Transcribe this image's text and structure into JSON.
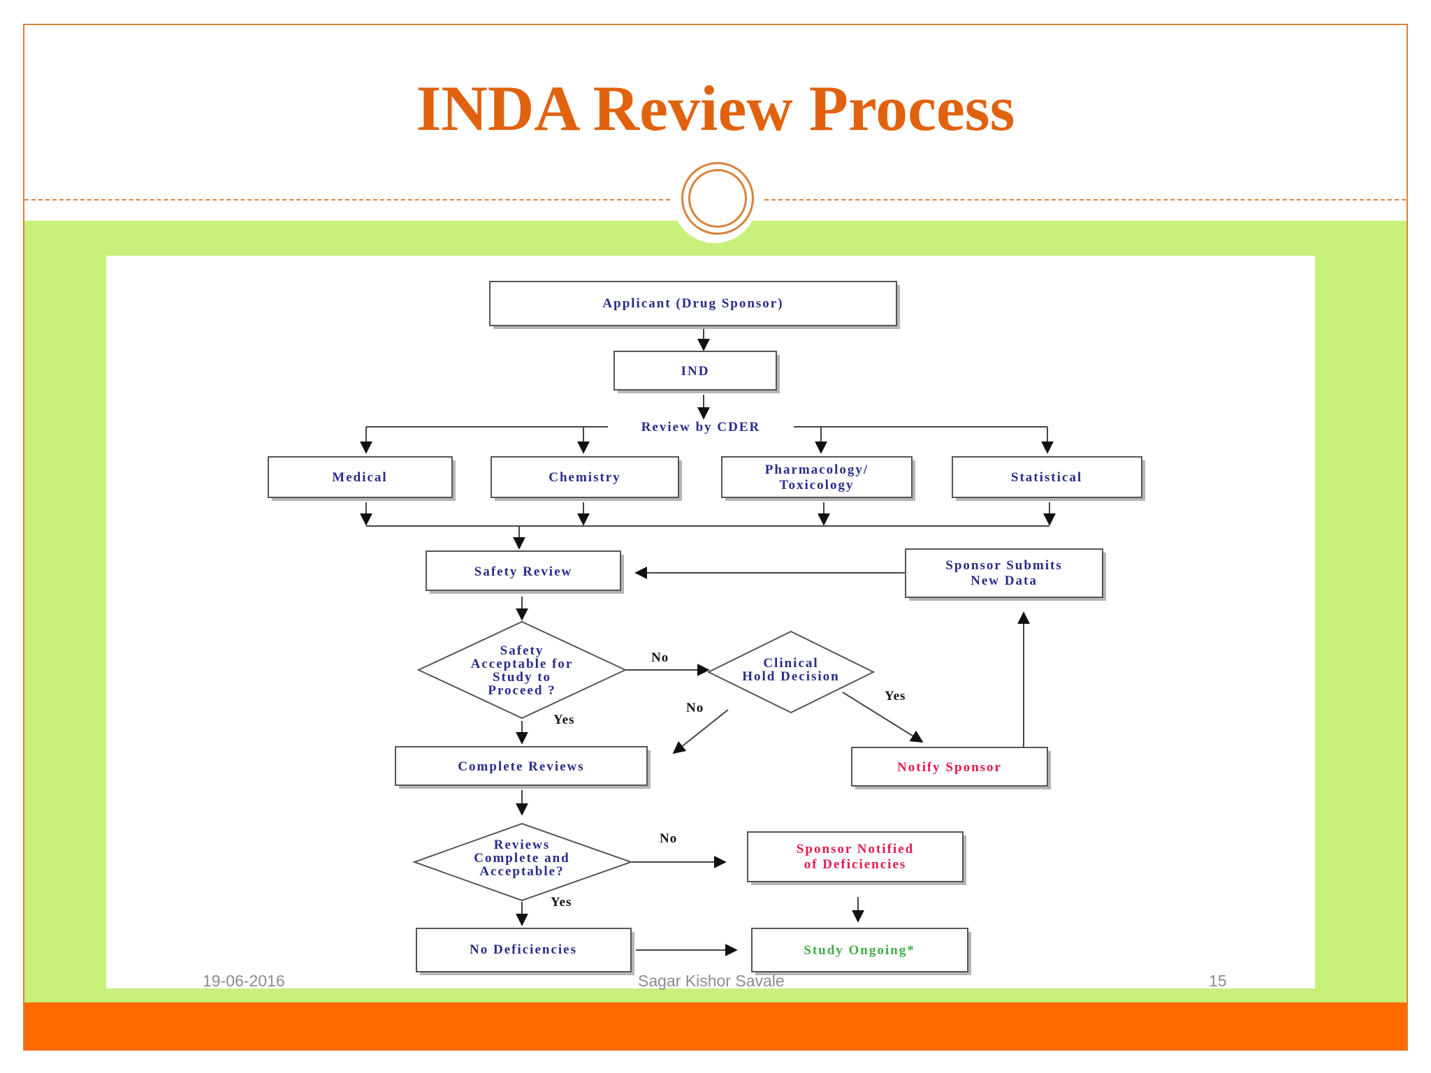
{
  "slide": {
    "title": "INDA Review Process",
    "footer": {
      "date": "19-06-2016",
      "author": "Sagar Kishor Savale",
      "page_number": "15"
    },
    "colors": {
      "title": "#e0620f",
      "band": "#c8f07a",
      "bottom_bar": "#ff6a00",
      "frame": "#d9823b"
    }
  },
  "flowchart": {
    "nodes": {
      "applicant": "Applicant (Drug Sponsor)",
      "ind": "IND",
      "review_by_cder": "Review by CDER",
      "medical": "Medical",
      "chemistry": "Chemistry",
      "pharmacology_line1": "Pharmacology/",
      "pharmacology_line2": "Toxicology",
      "statistical": "Statistical",
      "safety_review": "Safety Review",
      "sponsor_submits_line1": "Sponsor Submits",
      "sponsor_submits_line2": "New Data",
      "safety_acceptable_line1": "Safety",
      "safety_acceptable_line2": "Acceptable for",
      "safety_acceptable_line3": "Study to",
      "safety_acceptable_line4": "Proceed ?",
      "clinical_hold_line1": "Clinical",
      "clinical_hold_line2": "Hold Decision",
      "complete_reviews": "Complete Reviews",
      "notify_sponsor": "Notify Sponsor",
      "reviews_complete_line1": "Reviews",
      "reviews_complete_line2": "Complete and",
      "reviews_complete_line3": "Acceptable?",
      "sponsor_notified_line1": "Sponsor Notified",
      "sponsor_notified_line2": "of Deficiencies",
      "no_deficiencies": "No Deficiencies",
      "study_ongoing": "Study Ongoing*"
    },
    "edge_labels": {
      "safety_no": "No",
      "safety_yes": "Yes",
      "hold_no": "No",
      "hold_yes": "Yes",
      "reviews_no": "No",
      "reviews_yes": "Yes"
    },
    "node_text_colors": {
      "default": "#2a2a8a",
      "notify_sponsor": "#e01a4f",
      "sponsor_notified": "#e01a4f",
      "study_ongoing": "#3cb043"
    }
  }
}
